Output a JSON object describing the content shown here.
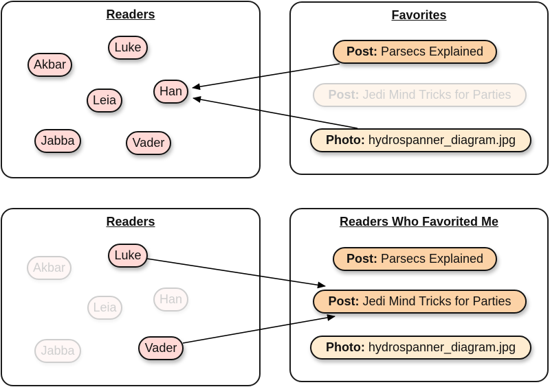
{
  "colors": {
    "reader_fill": "#ffd9d6",
    "post_fill": "#fcd2a6",
    "photo_fill": "#feecd0",
    "border": "#111111"
  },
  "top": {
    "readers_panel": {
      "title": "Readers",
      "readers": [
        {
          "name": "Luke",
          "faded": false
        },
        {
          "name": "Akbar",
          "faded": false
        },
        {
          "name": "Leia",
          "faded": false
        },
        {
          "name": "Han",
          "faded": false
        },
        {
          "name": "Jabba",
          "faded": false
        },
        {
          "name": "Vader",
          "faded": false
        }
      ]
    },
    "items_panel": {
      "title": "Favorites",
      "items": [
        {
          "kind": "Post:",
          "label": "Parsecs Explained",
          "type": "post",
          "faded": false
        },
        {
          "kind": "Post:",
          "label": "Jedi Mind Tricks for Parties",
          "type": "post",
          "faded": true
        },
        {
          "kind": "Photo:",
          "label": "hydrospanner_diagram.jpg",
          "type": "photo",
          "faded": false
        }
      ]
    },
    "edges": [
      {
        "from": "Post: Parsecs Explained",
        "to": "Han"
      },
      {
        "from": "Photo: hydrospanner_diagram.jpg",
        "to": "Han"
      }
    ]
  },
  "bottom": {
    "readers_panel": {
      "title": "Readers",
      "readers": [
        {
          "name": "Luke",
          "faded": false
        },
        {
          "name": "Akbar",
          "faded": true
        },
        {
          "name": "Leia",
          "faded": true
        },
        {
          "name": "Han",
          "faded": true
        },
        {
          "name": "Jabba",
          "faded": true
        },
        {
          "name": "Vader",
          "faded": false
        }
      ]
    },
    "items_panel": {
      "title": "Readers Who Favorited Me",
      "items": [
        {
          "kind": "Post:",
          "label": "Parsecs Explained",
          "type": "post",
          "faded": false
        },
        {
          "kind": "Post:",
          "label": "Jedi Mind Tricks for Parties",
          "type": "post",
          "faded": false
        },
        {
          "kind": "Photo:",
          "label": "hydrospanner_diagram.jpg",
          "type": "photo",
          "faded": false
        }
      ]
    },
    "edges": [
      {
        "from": "Luke",
        "to": "Post: Jedi Mind Tricks for Parties"
      },
      {
        "from": "Vader",
        "to": "Post: Jedi Mind Tricks for Parties"
      }
    ]
  }
}
